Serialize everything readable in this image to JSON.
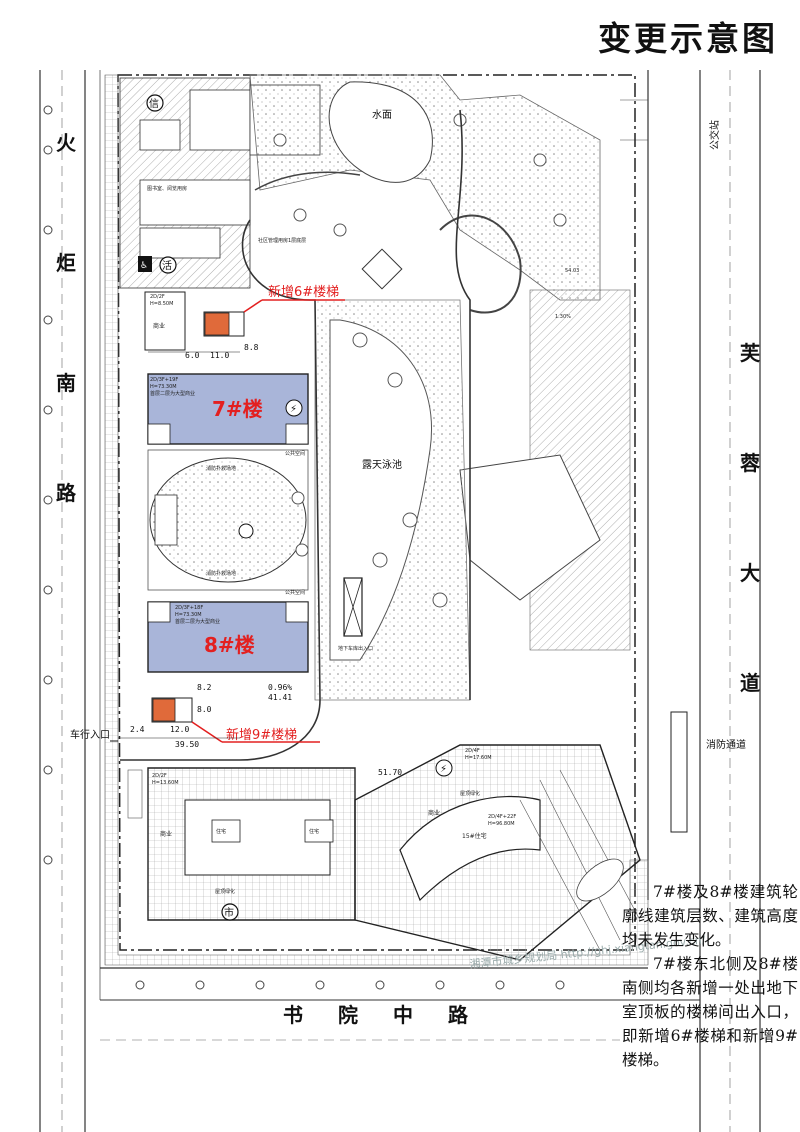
{
  "title": "变更示意图",
  "roads": {
    "west": [
      "火",
      "炬",
      "南",
      "路"
    ],
    "east": [
      "芙",
      "蓉",
      "大",
      "道"
    ],
    "south": [
      "书",
      "院",
      "中",
      "路"
    ],
    "bus_station": "公交站",
    "fire_lane": "消防通道",
    "vehicle_entrance": "车行入口"
  },
  "buildings": {
    "b7": "7#楼",
    "b8": "8#楼",
    "b7_info": [
      "2D/3F+19F",
      "H=73.30M",
      "首层二层为大型商业"
    ],
    "b8_info": [
      "2D/3F+18F",
      "H=73.30M",
      "首层二层为大型商业"
    ],
    "b15": "15#住宅",
    "b15_info": [
      "2D/4F+22F",
      "H=96.80M"
    ],
    "commerce_south": [
      "2D/4F",
      "H=17.60M"
    ],
    "commerce_sw": [
      "2D/2F",
      "H=13.60M"
    ],
    "commerce": "商业",
    "residence": "住宅",
    "market": "市",
    "info_badge": "信",
    "activity_badge": "活",
    "ne_block": [
      "2D/2F",
      "H=8.50M"
    ]
  },
  "new_stairs": {
    "stair6": "新增6#楼梯",
    "stair9": "新增9#楼梯"
  },
  "landscape": {
    "water": "水面",
    "pool": "露天泳池",
    "fire_square": "消防扑救场地",
    "public_space": "公共空间",
    "basement_entrance": "地下车库出入口",
    "rooftop_green": "屋顶绿化",
    "library": "图书室、阅览用房",
    "community": "社区管理用房1层底层"
  },
  "dimensions": {
    "d1": "6.0",
    "d2": "11.0",
    "d3": "8.8",
    "d4": "8.2",
    "d5": "8.0",
    "d6": "2.4",
    "d7": "12.0",
    "d8": "39.50",
    "d9": "51.70",
    "d10": "0.96%",
    "d11": "41.41",
    "d12": "1.30%",
    "d13": "54.03"
  },
  "watermark": "湘潭市城乡规划局 http://ghj.xiangtan.gov.cn/",
  "note": [
    "7#楼及8#楼建筑轮廓线建筑层数、建筑高度均未发生变化。",
    "7#楼东北侧及8#楼南侧均各新增一处出地下室顶板的楼梯间出入口，即新增6#楼梯和新增9#楼梯。"
  ],
  "colors": {
    "tower_fill": "#a9b5d9",
    "red_marker": "#e32020",
    "stair_fill": "#e06a3a"
  }
}
